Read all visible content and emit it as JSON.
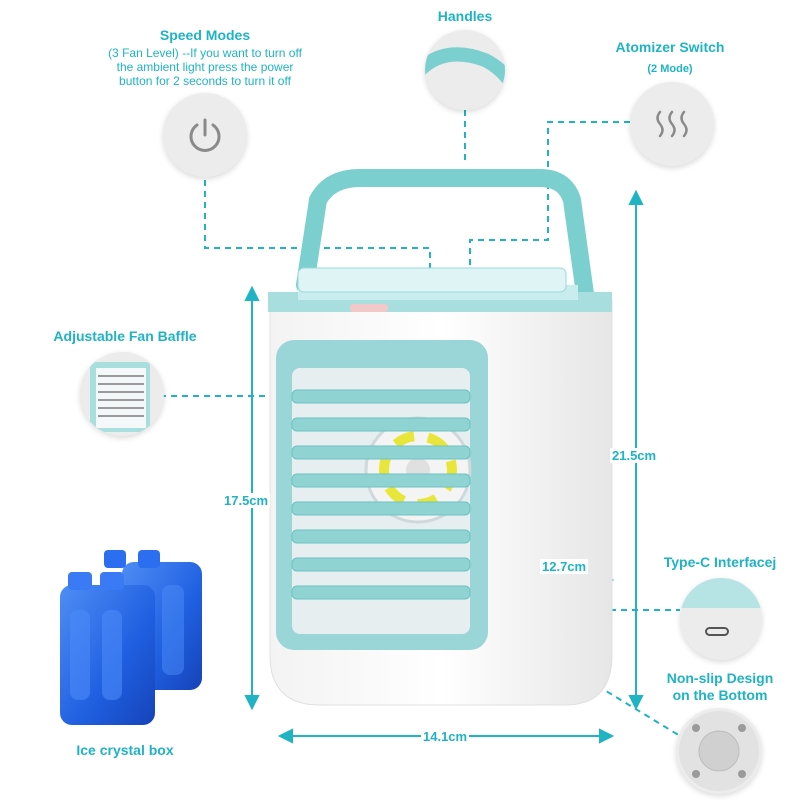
{
  "features": {
    "speed_modes": {
      "title": "Speed Modes",
      "desc_line1": "(3 Fan Level) --If you want to turn off",
      "desc_line2": "the ambient light  press the power",
      "desc_line3": "button for 2 seconds to turn it off",
      "icon": "power-icon"
    },
    "handles": {
      "title": "Handles"
    },
    "atomizer": {
      "title": "Atomizer Switch",
      "subtitle": "(2 Mode)",
      "icon": "steam-icon"
    },
    "fan_baffle": {
      "title": "Adjustable Fan Baffle"
    },
    "type_c": {
      "title": "Type-C Interfacej",
      "icon": "usb-c-port-icon"
    },
    "non_slip": {
      "title_line1": "Non-slip Design",
      "title_line2": "on the Bottom"
    },
    "ice_box": {
      "title": "Ice crystal box"
    }
  },
  "dimensions": {
    "height_total": "21.5cm",
    "height_body": "17.5cm",
    "depth": "12.7cm",
    "width": "14.1cm"
  },
  "colors": {
    "accent": "#1fb3c4",
    "teal_body": "#8fd3d3",
    "ice_blue": "#1f5fe0",
    "circle_bg": "#ececec"
  }
}
